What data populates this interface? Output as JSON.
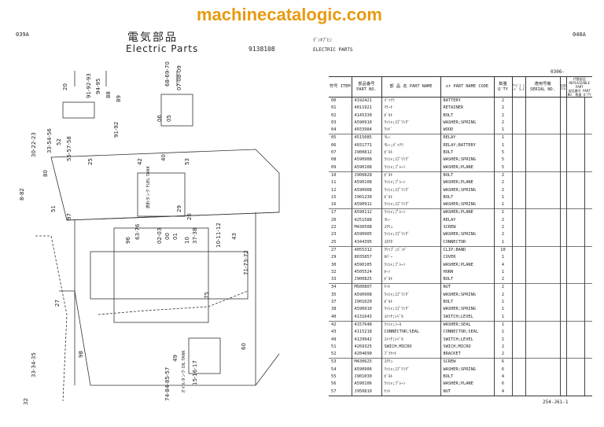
{
  "left_page": {
    "page_no": "039A",
    "title_jp": "電気部品",
    "title_en": "Electric Parts",
    "drawing_no": "9138108",
    "callouts": [
      "20",
      "91-92-93",
      "94-95",
      "88",
      "89",
      "68-69-70",
      "07-08-09",
      "06",
      "05",
      "30-22-23",
      "33-54-56",
      "52",
      "55-57-58",
      "25",
      "91-92",
      "8-82",
      "80",
      "51",
      "97",
      "42",
      "40",
      "53",
      "96",
      "63-76",
      "02-03",
      "00",
      "01",
      "10",
      "37-38",
      "10-11-12",
      "43",
      "71-73-72",
      "26",
      "27",
      "75",
      "60",
      "98",
      "33-34-35",
      "49",
      "74-84-85-57",
      "15-16-17",
      "32",
      "29"
    ],
    "fuel_tank_label": "燃料タンク FUEL TANK",
    "oil_tank_label": "オイルタンク OIL TANK"
  },
  "right_page": {
    "page_no": "040A",
    "title_kana": "ﾃﾞﾝｷﾌﾞﾋﾝ",
    "title": "ELECTRIC PARTS",
    "section_code": "0306-",
    "footer_code": "254-J61-1"
  },
  "table": {
    "headers": {
      "item": "符号 ITEM",
      "part_no": "部品番号 PART NO.",
      "part_name": "部 品 名 PART NAME",
      "or": "or",
      "code": "PART NAME CODE",
      "qty": "数量 Q'TY",
      "sc": "ｻｰﾋﾞｽ ｺｰﾄﾞ S.C",
      "serial": "適用号機 SERIAL NO.",
      "ica": "互換 ICA",
      "repl": "代替部品 REPLACEABLE PART",
      "repl_part": "部品番号 PART NO.",
      "repl_qty": "数量 Q'TY"
    },
    "rows": [
      [
        "00",
        "4192421",
        "ﾊﾞｯﾃﾘ",
        "BATTERY",
        "2"
      ],
      [
        "01",
        "4011921",
        "ﾘﾃｰﾅ",
        "RETAINER",
        "2"
      ],
      [
        "02",
        "4145330",
        "ﾎﾞﾙﾄ",
        "BOLT",
        "2"
      ],
      [
        "03",
        "A590910",
        "ﾜｯｼｬ;ｽﾌﾟﾘﾝｸﾞ",
        "WASHER;SPRING",
        "2"
      ],
      [
        "04",
        "4033984",
        "ｳｯﾄﾞ",
        "WOOD",
        "1"
      ],
      [
        "05",
        "4515085",
        "ﾘﾚｰ",
        "RELAY",
        "1"
      ],
      [
        "06",
        "4031771",
        "ﾘﾚｰ;ﾊﾞｯﾃﾘ",
        "RELAY;BATTERY",
        "1"
      ],
      [
        "07",
        "J900812",
        "ﾎﾞﾙﾄ",
        "BOLT",
        "5"
      ],
      [
        "08",
        "A590908",
        "ﾜｯｼｬ;ｽﾌﾟﾘﾝｸﾞ",
        "WASHER;SPRING",
        "5"
      ],
      [
        "09",
        "A590108",
        "ﾜｯｼｬ;ﾌﾟﾚｰﾝ",
        "WASHER;PLANE",
        "5"
      ],
      [
        "10",
        "J900828",
        "ﾎﾞﾙﾄ",
        "BOLT",
        "2"
      ],
      [
        "11",
        "A590108",
        "ﾜｯｼｬ;ﾌﾟﾚｰﾝ",
        "WASHER;PLANE",
        "2"
      ],
      [
        "12",
        "A590908",
        "ﾜｯｼｬ;ｽﾌﾟﾘﾝｸﾞ",
        "WASHER;SPRING",
        "2"
      ],
      [
        "15",
        "J901230",
        "ﾎﾞﾙﾄ",
        "BOLT",
        "1"
      ],
      [
        "16",
        "A590912",
        "ﾜｯｼｬ;ｽﾌﾟﾘﾝｸﾞ",
        "WASHER;SPRING",
        "1"
      ],
      [
        "17",
        "A590112",
        "ﾜｯｼｬ;ﾌﾟﾚｰﾝ",
        "WASHER;PLANE",
        "1"
      ],
      [
        "20",
        "4251588",
        "ﾘﾚｰ",
        "RELAY",
        "2"
      ],
      [
        "22",
        "M430508",
        "ｽｸﾘｭ",
        "SCREW",
        "2"
      ],
      [
        "23",
        "A590905",
        "ﾜｯｼｬ;ｽﾌﾟﾘﾝｸﾞ",
        "WASHER;SPRING",
        "2"
      ],
      [
        "25",
        "4344395",
        "ｺﾈｸﾀ",
        "CONNECTOR",
        "1"
      ],
      [
        "27",
        "4055312",
        "ｸﾘｯﾌﾟ;ﾊﾞﾝﾄﾞ",
        "CLIP;BAND",
        "10"
      ],
      [
        "29",
        "8035857",
        "ｶﾊﾞｰ",
        "COVER",
        "1"
      ],
      [
        "30",
        "A590105",
        "ﾜｯｼｬ;ﾌﾟﾚｰﾝ",
        "WASHER;PLANE",
        "4"
      ],
      [
        "32",
        "4505524",
        "ﾎｰﾝ",
        "HORN",
        "1"
      ],
      [
        "33",
        "J900825",
        "ﾎﾞﾙﾄ",
        "BOLT",
        "2"
      ],
      [
        "34",
        "M500807",
        "ﾅｯﾄ",
        "NUT",
        "2"
      ],
      [
        "35",
        "A590908",
        "ﾜｯｼｬ;ｽﾌﾟﾘﾝｸﾞ",
        "WASHER;SPRING",
        "2"
      ],
      [
        "37",
        "J901020",
        "ﾎﾞﾙﾄ",
        "BOLT",
        "1"
      ],
      [
        "38",
        "A590910",
        "ﾜｯｼｬ;ｽﾌﾟﾘﾝｸﾞ",
        "WASHER;SPRING",
        "1"
      ],
      [
        "40",
        "4131643",
        "ｽｲｯﾁ;ﾚﾍﾞﾙ",
        "SWITCH;LEVEL",
        "1"
      ],
      [
        "42",
        "4157648",
        "ﾜｯｼｬ;ｼｰﾙ",
        "WASHER;SEAL",
        "1"
      ],
      [
        "43",
        "4115218",
        "CONNECTOR;SEAL",
        "CONNECTOR;SEAL",
        "1"
      ],
      [
        "49",
        "4129942",
        "ｽｲｯﾁ;ﾚﾍﾞﾙ",
        "SWITCH;LEVEL",
        "1"
      ],
      [
        "51",
        "4269325",
        "SWICH;MICRO",
        "SWICH;MICRO",
        "2"
      ],
      [
        "52",
        "4204690",
        "ﾌﾞﾗｹｯﾄ",
        "BRACKET",
        "2"
      ],
      [
        "53",
        "M430625",
        "ｽｸﾘｭ",
        "SCREW",
        "6"
      ],
      [
        "54",
        "A590906",
        "ﾜｯｼｬ;ｽﾌﾟﾘﾝｸﾞ",
        "WASHER;SPRING",
        "6"
      ],
      [
        "55",
        "J901030",
        "ﾎﾞﾙﾄ",
        "BOLT",
        "4"
      ],
      [
        "56",
        "A590106",
        "ﾜｯｼｬ;ﾌﾟﾚｰﾝ",
        "WASHER;PLANE",
        "6"
      ],
      [
        "57",
        "J950810",
        "ﾅｯﾄ",
        "NUT",
        "4"
      ]
    ]
  },
  "watermark": "machinecatalogic.com"
}
